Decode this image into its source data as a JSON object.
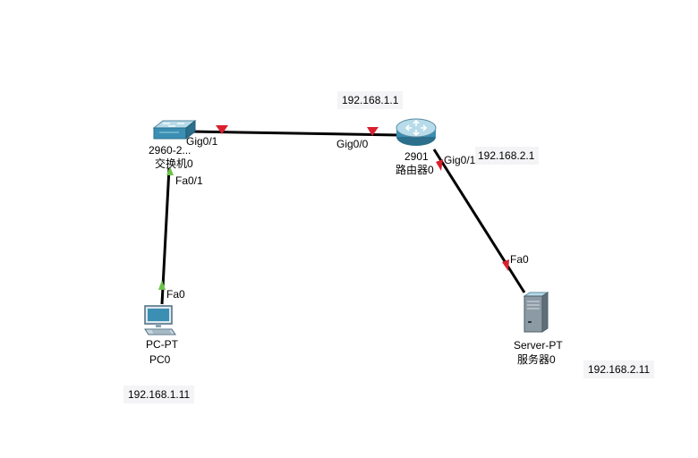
{
  "devices": {
    "switch": {
      "model": "2960-2...",
      "name": "交换机0"
    },
    "router": {
      "model": "2901",
      "name": "路由器0"
    },
    "pc": {
      "model": "PC-PT",
      "name": "PC0"
    },
    "server": {
      "model": "Server-PT",
      "name": "服务器0"
    }
  },
  "ports": {
    "switch_gig": "Gig0/1",
    "switch_fa": "Fa0/1",
    "router_gig0": "Gig0/0",
    "router_gig1": "Gig0/1",
    "pc_fa": "Fa0",
    "server_fa": "Fa0"
  },
  "ip_labels": {
    "router_lan": "192.168.1.1",
    "router_wan": "192.168.2.1",
    "pc": "192.168.1.11",
    "server": "192.168.2.11"
  },
  "colors": {
    "link": "#000000",
    "link_up": "#6cc24a",
    "link_down": "#d9202f",
    "label_bg": "#f4f4f6"
  }
}
